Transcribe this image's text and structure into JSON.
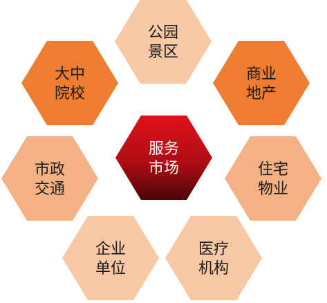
{
  "diagram": {
    "center": {
      "line1": "服务",
      "line2": "市场",
      "text_color": "#ffffff",
      "gradient_top": "#e0101a",
      "gradient_bottom": "#4a0508"
    },
    "segments": [
      {
        "id": "park",
        "line1": "公园",
        "line2": "景区",
        "fill": "#f7c7a6",
        "text_color": "#1a1a1a"
      },
      {
        "id": "commercial",
        "line1": "商业",
        "line2": "地产",
        "fill": "#ee7d31",
        "text_color": "#1a1a1a"
      },
      {
        "id": "residential",
        "line1": "住宅",
        "line2": "物业",
        "fill": "#f4b183",
        "text_color": "#1a1a1a"
      },
      {
        "id": "medical",
        "line1": "医疗",
        "line2": "机构",
        "fill": "#f7c7a6",
        "text_color": "#1a1a1a"
      },
      {
        "id": "enterprise",
        "line1": "企业",
        "line2": "单位",
        "fill": "#f7c7a6",
        "text_color": "#1a1a1a"
      },
      {
        "id": "transport",
        "line1": "市政",
        "line2": "交通",
        "fill": "#f4b183",
        "text_color": "#1a1a1a"
      },
      {
        "id": "university",
        "line1": "大中",
        "line2": "院校",
        "fill": "#ee7d31",
        "text_color": "#1a1a1a"
      }
    ]
  }
}
